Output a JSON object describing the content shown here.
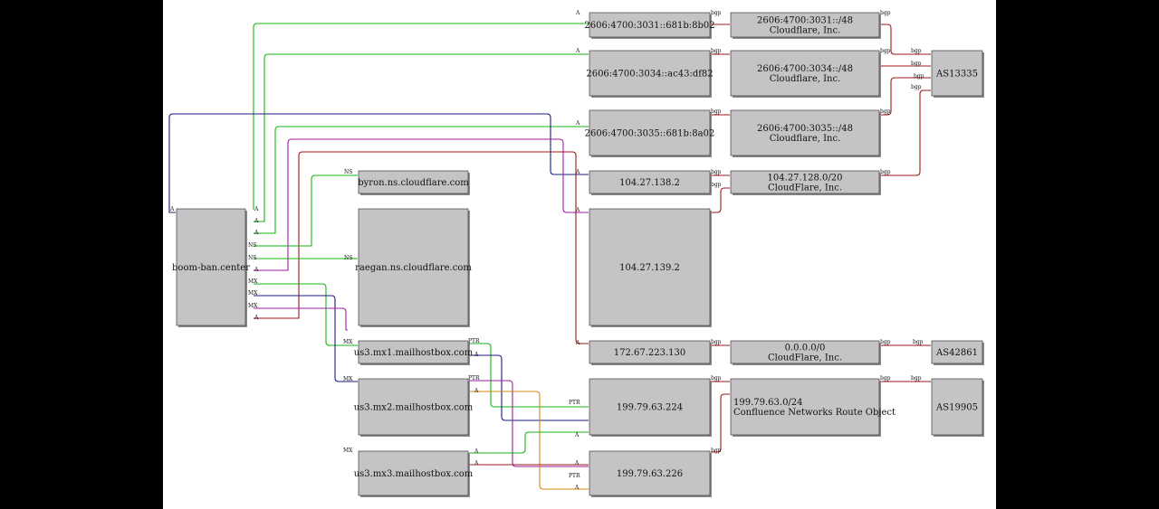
{
  "colors": {
    "green": "#16b316",
    "navy": "#1b1b80",
    "purple": "#a21ea2",
    "red": "#a01818",
    "orange": "#d08a10"
  },
  "nodes": [
    {
      "id": "domain",
      "lines": [
        "boom-ban.center"
      ]
    },
    {
      "id": "byron",
      "lines": [
        "byron.ns.cloudflare.com"
      ]
    },
    {
      "id": "raegan",
      "lines": [
        "raegan.ns.cloudflare.com"
      ]
    },
    {
      "id": "mx1",
      "lines": [
        "us3.mx1.mailhostbox.com"
      ]
    },
    {
      "id": "mx2",
      "lines": [
        "us3.mx2.mailhostbox.com"
      ]
    },
    {
      "id": "mx3",
      "lines": [
        "us3.mx3.mailhostbox.com"
      ]
    },
    {
      "id": "ip6a",
      "lines": [
        "2606:4700:3031::681b:8b02"
      ]
    },
    {
      "id": "ip6b",
      "lines": [
        "2606:4700:3034::ac43:df82"
      ]
    },
    {
      "id": "ip6c",
      "lines": [
        "2606:4700:3035::681b:8a02"
      ]
    },
    {
      "id": "ip4a",
      "lines": [
        "104.27.138.2"
      ]
    },
    {
      "id": "ip4b",
      "lines": [
        "104.27.139.2"
      ]
    },
    {
      "id": "ip4c",
      "lines": [
        "172.67.223.130"
      ]
    },
    {
      "id": "ip4d",
      "lines": [
        "199.79.63.224"
      ]
    },
    {
      "id": "ip4e",
      "lines": [
        "199.79.63.226"
      ]
    },
    {
      "id": "net6a",
      "lines": [
        "2606:4700:3031::/48",
        "Cloudflare, Inc."
      ]
    },
    {
      "id": "net6b",
      "lines": [
        "2606:4700:3034::/48",
        "Cloudflare, Inc."
      ]
    },
    {
      "id": "net6c",
      "lines": [
        "2606:4700:3035::/48",
        "Cloudflare, Inc."
      ]
    },
    {
      "id": "net4a",
      "lines": [
        "104.27.128.0/20",
        "CloudFlare, Inc."
      ]
    },
    {
      "id": "net4b",
      "lines": [
        "0.0.0.0/0",
        "CloudFlare, Inc."
      ]
    },
    {
      "id": "net4c",
      "lines": [
        "199.79.63.0/24",
        "Confluence Networks Route Object"
      ]
    },
    {
      "id": "as1",
      "lines": [
        "AS13335"
      ]
    },
    {
      "id": "as2",
      "lines": [
        "AS42861"
      ]
    },
    {
      "id": "as3",
      "lines": [
        "AS19905"
      ]
    }
  ],
  "edges": [
    {
      "from": "domain",
      "to": "ip6a",
      "color": "green",
      "labels": [
        "A",
        "A"
      ]
    },
    {
      "from": "domain",
      "to": "ip6b",
      "color": "green",
      "labels": [
        "A",
        "A"
      ]
    },
    {
      "from": "domain",
      "to": "ip6c",
      "color": "green",
      "labels": [
        "A",
        "A"
      ]
    },
    {
      "from": "domain",
      "to": "ip4a",
      "color": "navy",
      "labels": [
        "A",
        "A"
      ]
    },
    {
      "from": "domain",
      "to": "ip4b",
      "color": "purple",
      "labels": [
        "A",
        "A"
      ]
    },
    {
      "from": "domain",
      "to": "ip4c",
      "color": "red",
      "labels": [
        "A",
        "A"
      ]
    },
    {
      "from": "domain",
      "to": "byron",
      "color": "green",
      "labels": [
        "NS",
        "NS"
      ]
    },
    {
      "from": "domain",
      "to": "raegan",
      "color": "green",
      "labels": [
        "NS",
        "NS"
      ]
    },
    {
      "from": "domain",
      "to": "mx1",
      "color": "green",
      "labels": [
        "MX",
        "MX"
      ]
    },
    {
      "from": "domain",
      "to": "mx2",
      "color": "navy",
      "labels": [
        "MX",
        "MX"
      ]
    },
    {
      "from": "domain",
      "to": "mx3",
      "color": "purple",
      "labels": [
        "MX",
        "MX"
      ]
    },
    {
      "from": "mx1",
      "to": "ip4d",
      "color": "green",
      "labels": [
        "PTR",
        "PTR"
      ]
    },
    {
      "from": "mx1",
      "to": "ip4d",
      "color": "navy",
      "labels": [
        "A",
        ""
      ]
    },
    {
      "from": "mx2",
      "to": "ip4e",
      "color": "purple",
      "labels": [
        "PTR",
        "PTR"
      ]
    },
    {
      "from": "mx2",
      "to": "ip4e",
      "color": "orange",
      "labels": [
        "A",
        "A"
      ]
    },
    {
      "from": "mx3",
      "to": "ip4d",
      "color": "green",
      "labels": [
        "A",
        "A"
      ]
    },
    {
      "from": "mx3",
      "to": "ip4e",
      "color": "red",
      "labels": [
        "A",
        "A"
      ]
    },
    {
      "from": "ip6a",
      "to": "net6a",
      "color": "red",
      "labels": [
        "bgp",
        ""
      ]
    },
    {
      "from": "ip6b",
      "to": "net6b",
      "color": "red",
      "labels": [
        "bgp",
        ""
      ]
    },
    {
      "from": "ip6c",
      "to": "net6c",
      "color": "red",
      "labels": [
        "bgp",
        ""
      ]
    },
    {
      "from": "ip4a",
      "to": "net4a",
      "color": "red",
      "labels": [
        "bgp",
        ""
      ]
    },
    {
      "from": "ip4b",
      "to": "net4a",
      "color": "red",
      "labels": [
        "bgp",
        ""
      ]
    },
    {
      "from": "ip4c",
      "to": "net4b",
      "color": "red",
      "labels": [
        "bgp",
        ""
      ]
    },
    {
      "from": "ip4d",
      "to": "net4c",
      "color": "red",
      "labels": [
        "bgp",
        ""
      ]
    },
    {
      "from": "ip4e",
      "to": "net4c",
      "color": "red",
      "labels": [
        "bgp",
        ""
      ]
    },
    {
      "from": "net6a",
      "to": "as1",
      "color": "red",
      "labels": [
        "bgp",
        "bgp"
      ]
    },
    {
      "from": "net6b",
      "to": "as1",
      "color": "red",
      "labels": [
        "bgp",
        "bgp"
      ]
    },
    {
      "from": "net6c",
      "to": "as1",
      "color": "red",
      "labels": [
        "bgp",
        "bgp"
      ]
    },
    {
      "from": "net4a",
      "to": "as1",
      "color": "red",
      "labels": [
        "bgp",
        "bgp"
      ]
    },
    {
      "from": "net4b",
      "to": "as2",
      "color": "red",
      "labels": [
        "bgp",
        "bgp"
      ]
    },
    {
      "from": "net4c",
      "to": "as3",
      "color": "red",
      "labels": [
        "bgp",
        "bgp"
      ]
    }
  ]
}
